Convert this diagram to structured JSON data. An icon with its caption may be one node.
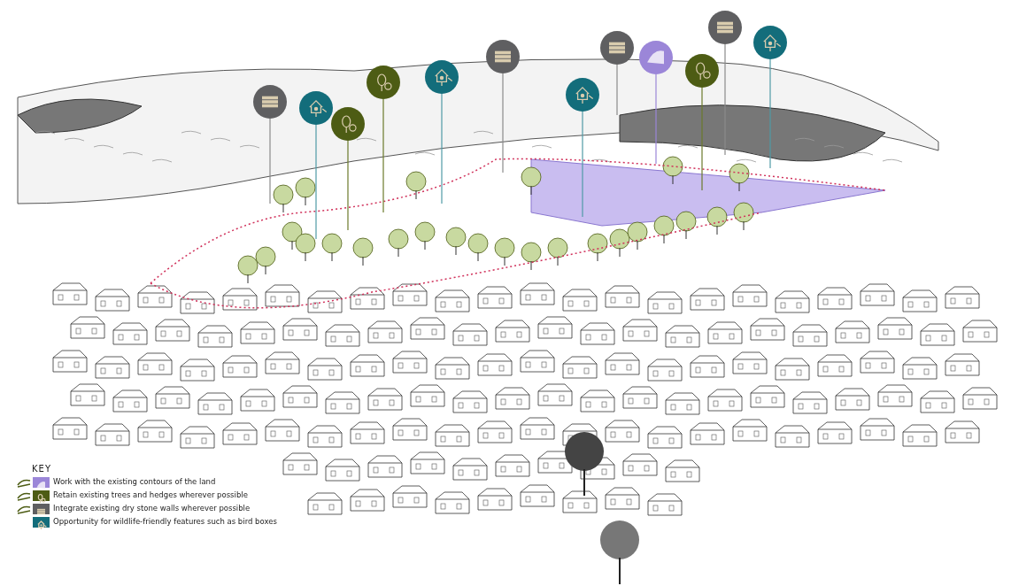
{
  "diagram": {
    "nodes": [
      {
        "text": [],
        "shape": "circle"
      },
      {
        "text": [],
        "shape": "circle"
      },
      {
        "text": [],
        "shape": "circle"
      },
      {
        "text": [],
        "shape": "circle"
      },
      {
        "text": [],
        "shape": "circle"
      },
      {
        "text": [],
        "shape": "circle"
      },
      {
        "text": [],
        "shape": "circle"
      },
      {
        "text": [],
        "shape": "circle"
      },
      {
        "text": [],
        "shape": "circle"
      },
      {
        "text": [],
        "shape": "circle"
      },
      {
        "text": [],
        "shape": "circle"
      },
      {
        "text": [],
        "shape": "circle"
      }
    ],
    "edges": [
      {
        "from": 0,
        "to": null,
        "arrow": "none",
        "color": "#8a8a8a"
      },
      {
        "from": 1,
        "to": null,
        "arrow": "none",
        "color": "#4f9aa6"
      },
      {
        "from": 2,
        "to": null,
        "arrow": "none",
        "color": "#6b7a2a"
      },
      {
        "from": 3,
        "to": null,
        "arrow": "none",
        "color": "#6b7a2a"
      },
      {
        "from": 4,
        "to": null,
        "arrow": "none",
        "color": "#4f9aa6"
      },
      {
        "from": 5,
        "to": null,
        "arrow": "none",
        "color": "#8a8a8a"
      },
      {
        "from": 6,
        "to": null,
        "arrow": "none",
        "color": "#4f9aa6"
      },
      {
        "from": 7,
        "to": null,
        "arrow": "none",
        "color": "#8a8a8a"
      },
      {
        "from": 8,
        "to": null,
        "arrow": "none",
        "color": "#9b86d8"
      },
      {
        "from": 9,
        "to": null,
        "arrow": "none",
        "color": "#6b7a2a"
      },
      {
        "from": 10,
        "to": null,
        "arrow": "none",
        "color": "#8a8a8a"
      },
      {
        "from": 11,
        "to": null,
        "arrow": "none",
        "color": "#4f9aa6"
      }
    ],
    "labels": [
      "KEY"
    ],
    "legend": [
      {
        "text": "Work with the existing contours of the land",
        "color": "#9b86d8"
      },
      {
        "text": "Retain existing trees and hedges wherever possible",
        "color": "#4d5c14"
      },
      {
        "text": "Integrate existing dry stone walls wherever possible",
        "color": "#5f5f61"
      },
      {
        "text": "Opportunity for wildlife-friendly features such as bird boxes",
        "color": "#136d7b"
      }
    ]
  }
}
